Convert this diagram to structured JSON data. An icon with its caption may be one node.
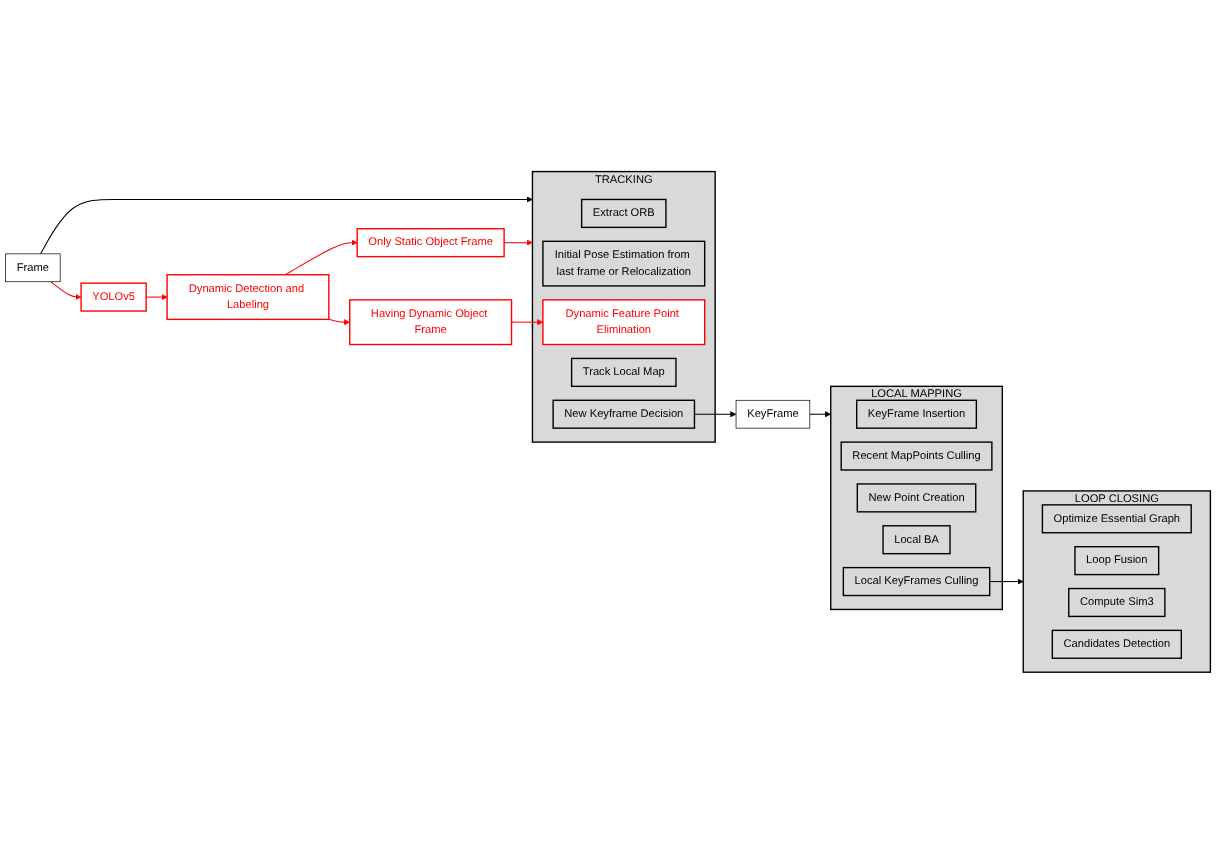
{
  "diagram": {
    "nodes": [
      {
        "text": [
          "TRACKING"
        ]
      },
      {
        "text": [
          "Extract ORB"
        ],
        "in": 0
      },
      {
        "text": [
          "Initial Pose Estimation from last frame or Relocalization"
        ],
        "in": 0
      },
      {
        "text": [
          "Dynamic Feature Point Elimination"
        ],
        "in": 0
      },
      {
        "text": [
          "Track Local Map"
        ],
        "in": 0
      },
      {
        "text": [
          "New Keyframe Decision"
        ],
        "in": 0
      },
      {
        "text": [
          "Frame"
        ]
      },
      {
        "text": [
          "KeyFrame"
        ]
      },
      {
        "text": [
          "LOCAL MAPPING"
        ]
      },
      {
        "text": [
          "KeyFrame Insertion"
        ],
        "in": 8
      },
      {
        "text": [
          "Recent MapPoints Culling"
        ],
        "in": 8
      },
      {
        "text": [
          "New Point Creation"
        ],
        "in": 8
      },
      {
        "text": [
          "Local BA"
        ],
        "in": 8
      },
      {
        "text": [
          "Local KeyFrames Culling"
        ],
        "in": 8
      },
      {
        "text": [
          "YOLOv5"
        ]
      },
      {
        "text": [
          "Dynamic Detection and Labeling"
        ]
      },
      {
        "text": [
          "Having Dynamic Object Frame"
        ]
      },
      {
        "text": [
          "Only Static Object Frame"
        ]
      },
      {
        "text": [
          "LOOP CLOSING"
        ]
      },
      {
        "text": [
          "Optimize Essential Graph"
        ],
        "in": 18
      },
      {
        "text": [
          "Loop Fusion"
        ],
        "in": 18
      },
      {
        "text": [
          "Compute Sim3"
        ],
        "in": 18
      },
      {
        "text": [
          "Candidates Detection"
        ],
        "in": 18
      }
    ],
    "edges": [
      {
        "from": 6,
        "to": 0,
        "arrow": "to",
        "color": "#000000"
      },
      {
        "from": 6,
        "to": 14,
        "arrow": "to"
      },
      {
        "from": 14,
        "to": 15,
        "arrow": "to"
      },
      {
        "from": 15,
        "to": 16,
        "arrow": "to"
      },
      {
        "from": 15,
        "to": 17,
        "arrow": "to"
      },
      {
        "from": 16,
        "to": 3,
        "arrow": "to"
      },
      {
        "from": 17,
        "to": 0,
        "arrow": "to"
      },
      {
        "from": 5,
        "to": 7,
        "arrow": "to",
        "color": "#000000"
      },
      {
        "from": 7,
        "to": 8,
        "arrow": "to",
        "color": "#000000"
      },
      {
        "from": 13,
        "to": 18,
        "arrow": "to",
        "color": "#000000"
      }
    ]
  }
}
